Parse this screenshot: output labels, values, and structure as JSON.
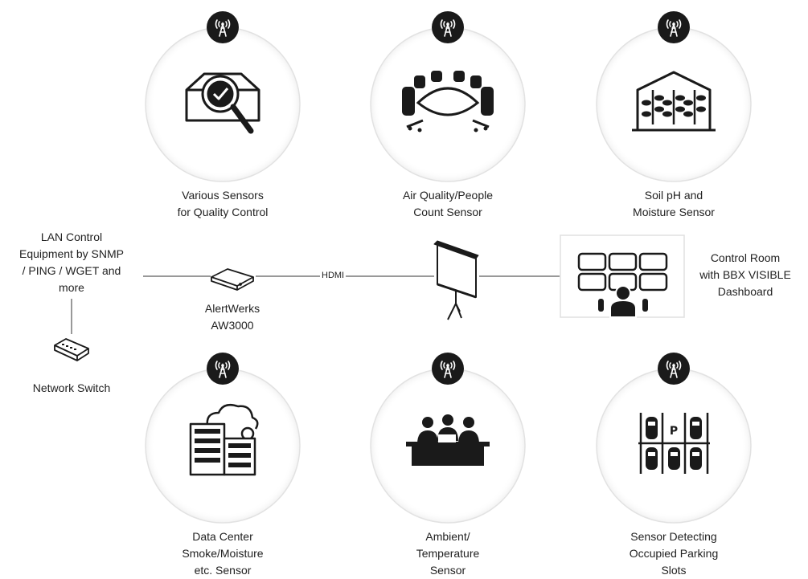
{
  "sensors": [
    {
      "id": "quality",
      "icon": "inspection-icon",
      "lines": [
        "Various Sensors",
        "for Quality Control"
      ]
    },
    {
      "id": "airquality",
      "icon": "conference-table-icon",
      "lines": [
        "Air Quality/People",
        "Count Sensor"
      ]
    },
    {
      "id": "soil",
      "icon": "greenhouse-plants-icon",
      "lines": [
        "Soil pH and",
        "Moisture Sensor"
      ]
    },
    {
      "id": "datacenter",
      "icon": "server-rack-icon",
      "lines": [
        "Data Center",
        "Smoke/Moisture",
        "etc. Sensor"
      ]
    },
    {
      "id": "ambient",
      "icon": "office-people-icon",
      "lines": [
        "Ambient/",
        "Temperature",
        "Sensor"
      ]
    },
    {
      "id": "parking",
      "icon": "parking-lot-icon",
      "lines": [
        "Sensor Detecting",
        "Occupied Parking",
        "Slots"
      ]
    }
  ],
  "wireless_icon": "radio-tower-icon",
  "lan": {
    "lines": [
      "LAN Control",
      "Equipment by SNMP",
      "/ PING / WGET and",
      "more"
    ]
  },
  "switch": {
    "label": "Network Switch",
    "icon": "network-switch-icon"
  },
  "device": {
    "lines": [
      "AlertWerks",
      "AW3000"
    ],
    "icon": "device-box-icon"
  },
  "link_label": "HDMI",
  "display_icon": "projector-screen-icon",
  "control_room": {
    "lines": [
      "Control Room",
      "with BBX VISIBLE",
      "Dashboard"
    ],
    "icon": "video-wall-icon"
  }
}
